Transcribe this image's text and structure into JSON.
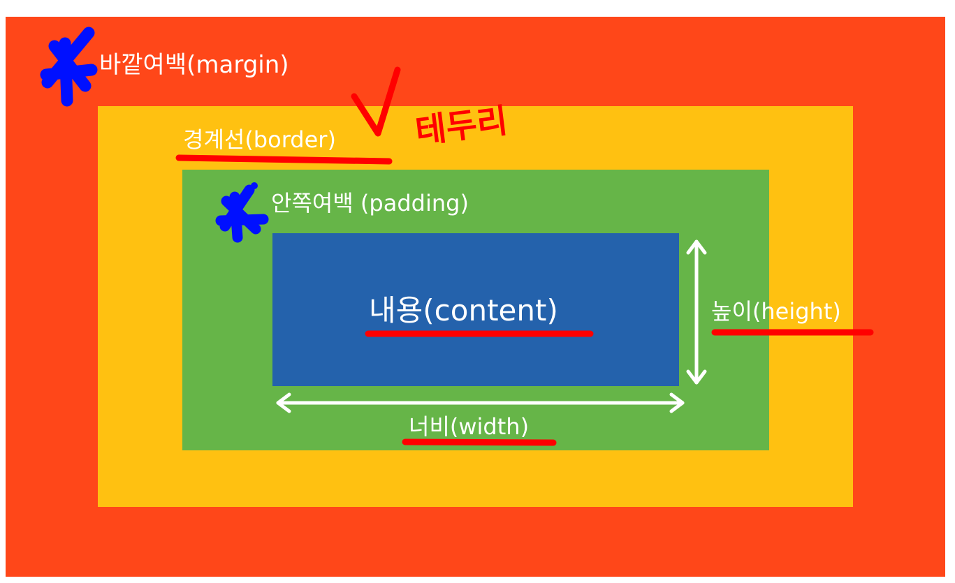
{
  "colors": {
    "margin": "#FF4719",
    "border": "#FFC111",
    "padding": "#66B548",
    "content": "#2462AC",
    "label": "#FFFFFF",
    "annotation_red": "#FF0000",
    "annotation_blue": "#0010FF"
  },
  "labels": {
    "margin": "바깥여백(margin)",
    "border": "경계선(border)",
    "padding": "안쪽여백 (padding)",
    "content": "내용(content)",
    "height": "높이(height)",
    "width": "너비(width)"
  },
  "annotations": {
    "handwritten_note": "테두리",
    "star_icons": [
      "star-icon",
      "star-icon"
    ],
    "check_icon": "check-mark-icon"
  }
}
